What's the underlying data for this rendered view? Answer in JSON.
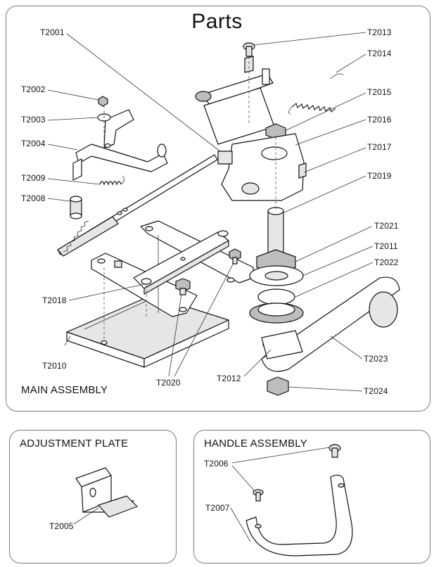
{
  "title": "Parts",
  "sections": {
    "main": "MAIN  ASSEMBLY",
    "adjustment": "ADJUSTMENT PLATE",
    "handle": "HANDLE ASSEMBLY"
  },
  "labels": {
    "t2001": "T2001",
    "t2002": "T2002",
    "t2003": "T2003",
    "t2004": "T2004",
    "t2005": "T2005",
    "t2006": "T2006",
    "t2007": "T2007",
    "t2008": "T2008",
    "t2009": "T2009",
    "t2010": "T2010",
    "t2011": "T2011",
    "t2012": "T2012",
    "t2013": "T2013",
    "t2014": "T2014",
    "t2015": "T2015",
    "t2016": "T2016",
    "t2017": "T2017",
    "t2018": "T2018",
    "t2019": "T2019",
    "t2020": "T2020",
    "t2021": "T2021",
    "t2022": "T2022",
    "t2023": "T2023",
    "t2024": "T2024"
  }
}
